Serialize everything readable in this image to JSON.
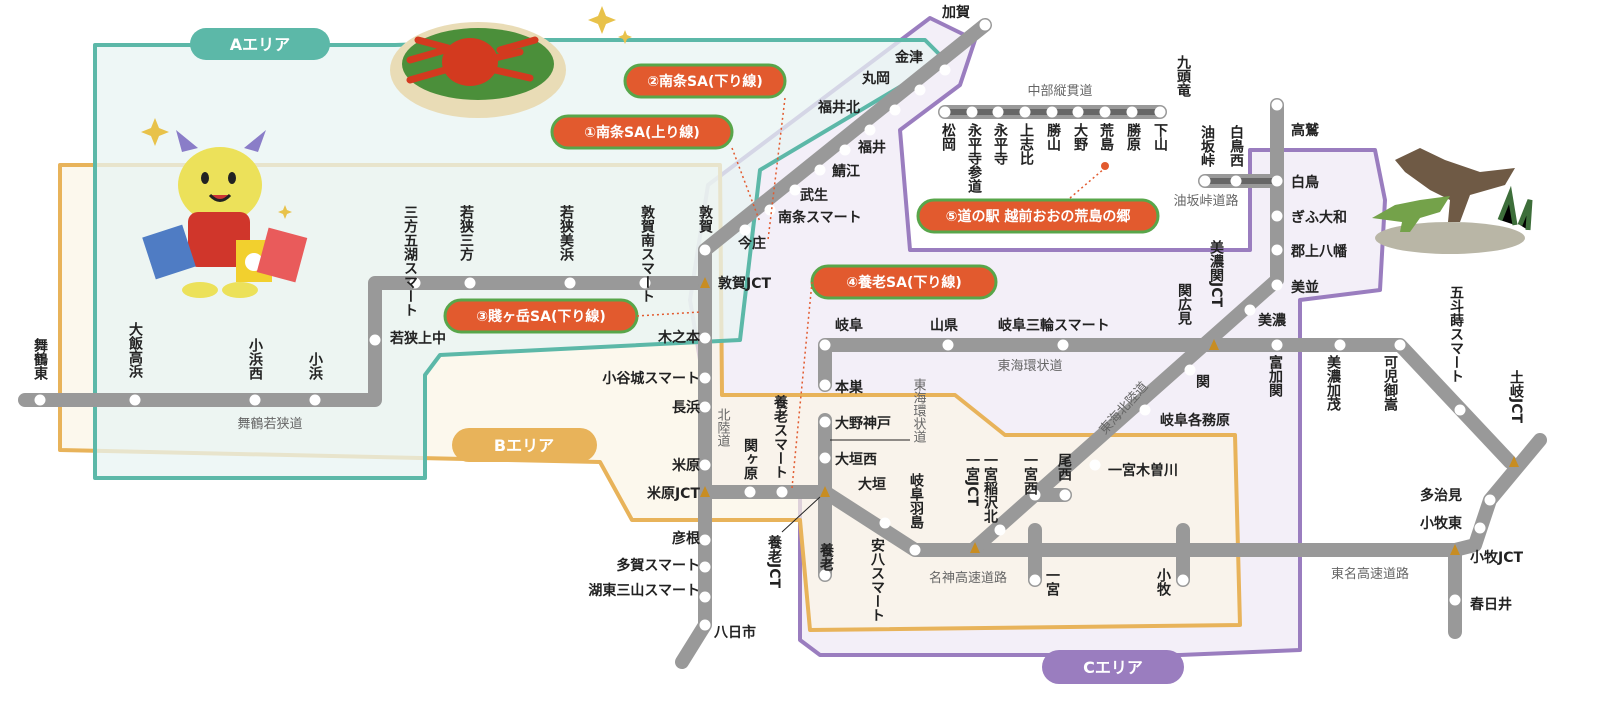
{
  "areas": {
    "a": {
      "label": "Aエリア",
      "color": "#5cb8a8"
    },
    "b": {
      "label": "Bエリア",
      "color": "#e8b35a"
    },
    "c": {
      "label": "Cエリア",
      "color": "#9a7dbf"
    }
  },
  "sa_labels": [
    "②南条SA(下り線)",
    "①南条SA(上り線)",
    "③賤ヶ岳SA(下り線)",
    "④養老SA(下り線)",
    "⑤道の駅 越前おおの荒島の郷"
  ],
  "roads": {
    "maizuru_wakasa": "舞鶴若狭道",
    "hokuriku": "北陸道",
    "tokai_kanjo": "東海環状道",
    "tokai_kanjo_v": "東海環状道",
    "tokai_hokuriku": "東海北陸道",
    "meishin": "名神高速道路",
    "tomei": "東名高速道路",
    "chubu_jukan": "中部縦貫道",
    "aburasaka": "油坂峠道路"
  },
  "stations": {
    "maizuru_higashi": "舞鶴東",
    "oi_takahama": "大飯高浜",
    "obama_nishi": "小浜西",
    "obama": "小浜",
    "wakasa_kaminaka": "若狭上中",
    "mikatagoko_smart": "三方五湖スマート",
    "wakasa_mikata": "若狭三方",
    "wakasa_mihama": "若狭美浜",
    "tsuruga_minami_smart": "敦賀南スマート",
    "tsuruga": "敦賀",
    "tsuruga_jct": "敦賀JCT",
    "kinomoto": "木之本",
    "odanijo_smart": "小谷城スマート",
    "nagahama": "長浜",
    "maibara": "米原",
    "maibara_jct": "米原JCT",
    "hikone": "彦根",
    "taga_smart": "多賀スマート",
    "koto_sanzan_smart": "湖東三山スマート",
    "yokaichi": "八日市",
    "imajo": "今庄",
    "nanjo_smart": "南条スマート",
    "takefu": "武生",
    "sabae": "鯖江",
    "fukui": "福井",
    "fukui_kita": "福井北",
    "maruoka": "丸岡",
    "kanazu": "金津",
    "kaga": "加賀",
    "matsuoka": "松岡",
    "eiheiji_sando": "永平寺参道",
    "eiheiji": "永平寺",
    "kamishihi": "上志比",
    "katsuyama": "勝山",
    "ono": "大野",
    "arashima": "荒島",
    "katsuhara": "勝原",
    "shimoyama": "下山",
    "kuzuryu": "九頭竜",
    "aburasaka_toge": "油坂峠",
    "shirotori_nishi": "白鳥西",
    "takasu": "高鷲",
    "shirotori": "白鳥",
    "gifu_yamato": "ぎふ大和",
    "gujo_hachiman": "郡上八幡",
    "mino_jct": "美濃関JCT",
    "minami": "美並",
    "mino": "美濃",
    "seki_hiromi": "関広見",
    "seki": "関",
    "gifu_kakamigahara": "岐阜各務原",
    "ichinomiya_kisogawa": "一宮木曽川",
    "bisai": "尾西",
    "ichinomiya_nishi": "一宮西",
    "ichinomiya_inazawa_kita": "一宮稲沢北",
    "ichinomiya_jct": "一宮JCT",
    "gifu": "岐阜",
    "yamagata": "山県",
    "gifu_miwa_smart": "岐阜三輪スマート",
    "tomika": "富加関",
    "mino_kamo": "美濃加茂",
    "kani_mitake": "可児御嵩",
    "gotoji_smart": "五斗蒔スマート",
    "toki_jct": "土岐JCT",
    "motosu": "本巣",
    "ono_kobe": "大野神戸",
    "ogaki_nishi": "大垣西",
    "ogaki": "大垣",
    "yoro_smart": "養老スマート",
    "sekigahara": "関ヶ原",
    "yoro": "養老",
    "yoro_jct": "養老JCT",
    "anpachi_smart": "安八スマート",
    "gifu_hashima": "岐阜羽島",
    "ichinomiya": "一宮",
    "komaki": "小牧",
    "tajimi": "多治見",
    "komaki_higashi": "小牧東",
    "komaki_jct": "小牧JCT",
    "kasugai": "春日井"
  }
}
